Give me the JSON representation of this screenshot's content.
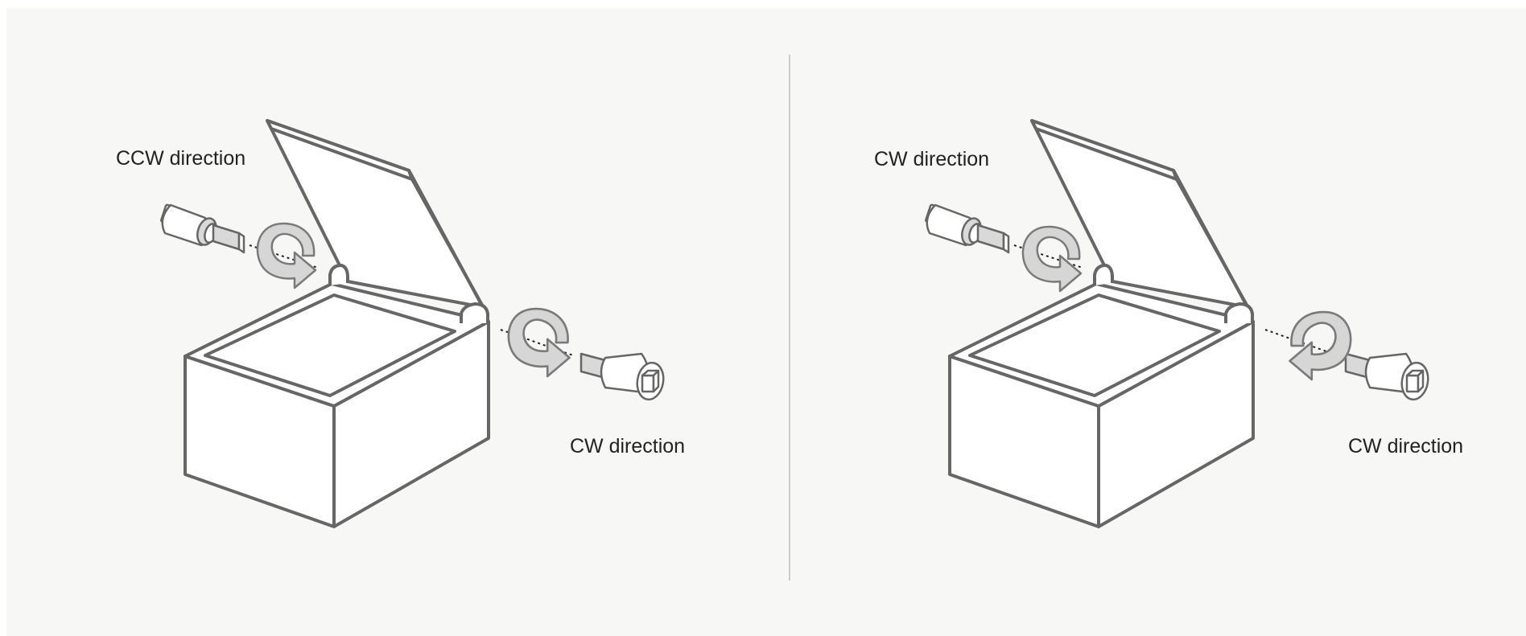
{
  "panels": [
    {
      "left_label": "CCW direction",
      "right_label": "CW direction"
    },
    {
      "left_label": "CW direction",
      "right_label": "CW direction"
    }
  ],
  "colors": {
    "background": "#f7f7f5",
    "outline": "#666666",
    "arrow_fill": "#d6d6d6",
    "divider": "#cccccc"
  }
}
